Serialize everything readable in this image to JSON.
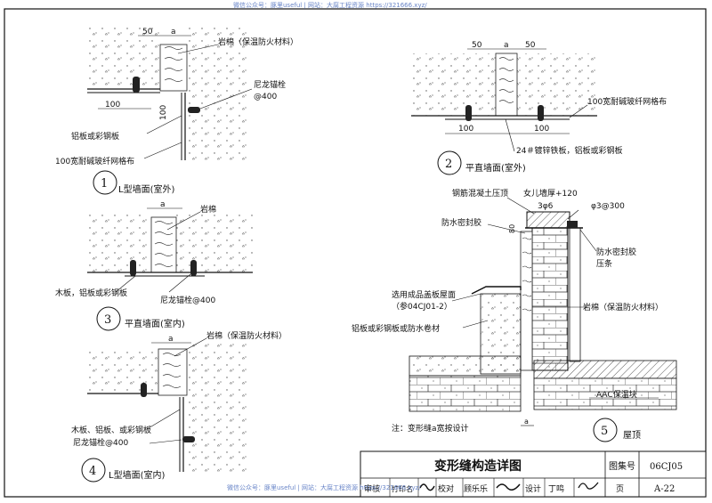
{
  "watermark_top": "微信公众号：豚里useful  |  网站：大腐工程资源 https://321666.xyz/",
  "watermark_bottom": "微信公众号：豚里useful  |  网站：大腐工程资源 https://321666.xyz/",
  "title_block": {
    "title": "变形缝构造详图",
    "atlas_label": "图集号",
    "atlas_no": "06CJ05",
    "page_label": "页",
    "page_no": "A-22",
    "review_label": "审核",
    "review_name": "打印名",
    "check_label": "校对",
    "check_name": "顾乐乐",
    "design_label": "设计",
    "design_name": "丁鸣"
  },
  "details": [
    {
      "num": "1",
      "title": "L型墙面(室外)"
    },
    {
      "num": "2",
      "title": "平直墙面(室外)"
    },
    {
      "num": "3",
      "title": "平直墙面(室内)"
    },
    {
      "num": "4",
      "title": "L型墙面(室内)"
    },
    {
      "num": "5",
      "title": "屋顶"
    }
  ],
  "d1": {
    "dim_50": "50",
    "dim_a": "a",
    "dim_100_h": "100",
    "dim_100_v": "100",
    "label_rockwool": "岩棉（保温防火材料）",
    "label_bolt": "尼龙锚栓",
    "label_bolt_spacing": "@400",
    "label_plate": "铝板或彩钢板",
    "label_mesh": "100宽耐碱玻纤网格布"
  },
  "d2": {
    "dim_50_left": "50",
    "dim_a": "a",
    "dim_50_right": "50",
    "dim_100_left": "100",
    "dim_100_right": "100",
    "label_mesh": "100宽耐碱玻纤网格布",
    "label_sheet": "24＃镀锌铁板，铝板或彩钢板"
  },
  "d3": {
    "dim_a": "a",
    "label_rockwool": "岩棉",
    "label_plate": "木板，铝板或彩钢板",
    "label_bolt": "尼龙锚栓@400"
  },
  "d4": {
    "dim_a": "a",
    "label_rockwool": "岩棉（保温防火材料）",
    "label_plate": "木板、铝板、或彩钢板",
    "label_bolt": "尼龙锚栓@400"
  },
  "d5": {
    "label_coping": "钢筋混凝土压顶",
    "label_parapet": "女儿墙厚+120",
    "label_rebar": "3φ6",
    "label_stirrup": "φ3@300",
    "label_sealant_left": "防水密封胶",
    "dim_80": "80",
    "label_sealant_right": "防水密封胶",
    "label_strip": "压条",
    "label_cover": "选用成品盖板屋面",
    "label_cover_ref": "（参04CJ01-2）",
    "label_rockwool": "岩棉（保温防火材料）",
    "label_membrane": "铝板或彩钢板或防水卷材",
    "label_aac": "AAC保温块",
    "dim_a": "a",
    "note": "注：变形缝a宽按设计"
  }
}
